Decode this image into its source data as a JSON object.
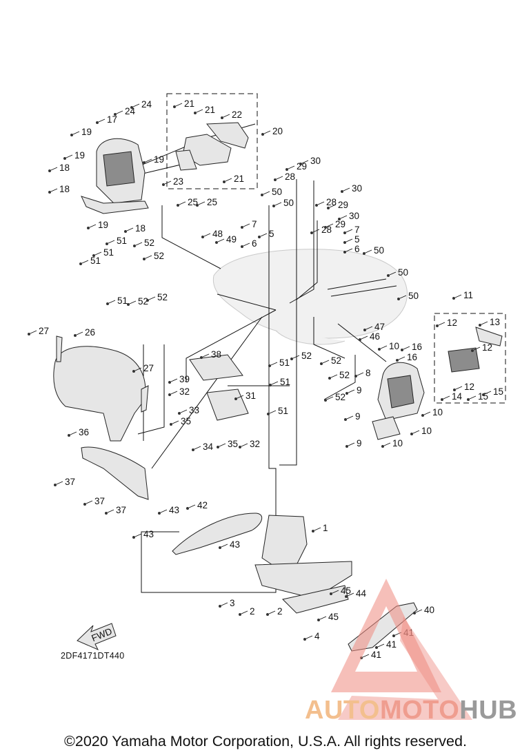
{
  "diagram": {
    "code": "2DF4171DT440",
    "arrow_label": "FWD",
    "copyright": "©2020 Yamaha Motor Corporation, U.S.A. All rights reserved.",
    "callouts": [
      {
        "text": "1"
      },
      {
        "text": "2"
      },
      {
        "text": "2"
      },
      {
        "text": "3"
      },
      {
        "text": "4"
      },
      {
        "text": "5"
      },
      {
        "text": "5"
      },
      {
        "text": "6"
      },
      {
        "text": "6"
      },
      {
        "text": "7"
      },
      {
        "text": "7"
      },
      {
        "text": "8"
      },
      {
        "text": "9"
      },
      {
        "text": "9"
      },
      {
        "text": "9"
      },
      {
        "text": "10"
      },
      {
        "text": "10"
      },
      {
        "text": "10"
      },
      {
        "text": "10"
      },
      {
        "text": "11"
      },
      {
        "text": "12"
      },
      {
        "text": "12"
      },
      {
        "text": "12"
      },
      {
        "text": "13"
      },
      {
        "text": "14"
      },
      {
        "text": "15"
      },
      {
        "text": "15"
      },
      {
        "text": "16"
      },
      {
        "text": "16"
      },
      {
        "text": "17"
      },
      {
        "text": "18"
      },
      {
        "text": "18"
      },
      {
        "text": "18"
      },
      {
        "text": "19"
      },
      {
        "text": "19"
      },
      {
        "text": "19"
      },
      {
        "text": "19"
      },
      {
        "text": "20"
      },
      {
        "text": "21"
      },
      {
        "text": "21"
      },
      {
        "text": "21"
      },
      {
        "text": "22"
      },
      {
        "text": "23"
      },
      {
        "text": "24"
      },
      {
        "text": "24"
      },
      {
        "text": "25"
      },
      {
        "text": "25"
      },
      {
        "text": "26"
      },
      {
        "text": "27"
      },
      {
        "text": "27"
      },
      {
        "text": "28"
      },
      {
        "text": "28"
      },
      {
        "text": "28"
      },
      {
        "text": "29"
      },
      {
        "text": "29"
      },
      {
        "text": "29"
      },
      {
        "text": "30"
      },
      {
        "text": "30"
      },
      {
        "text": "30"
      },
      {
        "text": "31"
      },
      {
        "text": "32"
      },
      {
        "text": "32"
      },
      {
        "text": "33"
      },
      {
        "text": "34"
      },
      {
        "text": "35"
      },
      {
        "text": "35"
      },
      {
        "text": "36"
      },
      {
        "text": "37"
      },
      {
        "text": "37"
      },
      {
        "text": "37"
      },
      {
        "text": "38"
      },
      {
        "text": "39"
      },
      {
        "text": "40"
      },
      {
        "text": "41"
      },
      {
        "text": "41"
      },
      {
        "text": "41"
      },
      {
        "text": "42"
      },
      {
        "text": "43"
      },
      {
        "text": "43"
      },
      {
        "text": "43"
      },
      {
        "text": "44"
      },
      {
        "text": "45"
      },
      {
        "text": "45"
      },
      {
        "text": "46"
      },
      {
        "text": "47"
      },
      {
        "text": "48"
      },
      {
        "text": "49"
      },
      {
        "text": "50"
      },
      {
        "text": "50"
      },
      {
        "text": "50"
      },
      {
        "text": "50"
      },
      {
        "text": "50"
      },
      {
        "text": "51"
      },
      {
        "text": "51"
      },
      {
        "text": "51"
      },
      {
        "text": "51"
      },
      {
        "text": "51"
      },
      {
        "text": "51"
      },
      {
        "text": "51"
      },
      {
        "text": "52"
      },
      {
        "text": "52"
      },
      {
        "text": "52"
      },
      {
        "text": "52"
      },
      {
        "text": "52"
      },
      {
        "text": "52"
      },
      {
        "text": "52"
      },
      {
        "text": "52"
      }
    ]
  },
  "watermark": {
    "brand_parts": [
      "AUTO",
      "MOTO",
      "HUB"
    ],
    "colors": {
      "auto": "#f3bf8e",
      "moto": "#ef9d8f",
      "hub": "#9a9a9a",
      "triangle": "#ee8a80"
    }
  }
}
